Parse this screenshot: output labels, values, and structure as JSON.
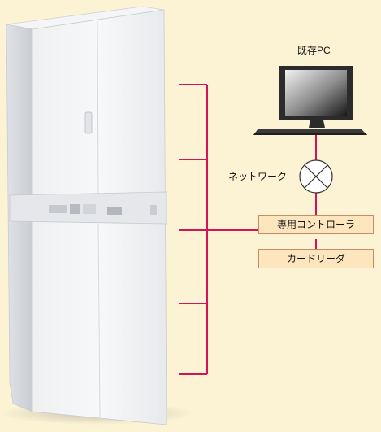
{
  "labels": {
    "existing_pc": "既存PC",
    "network": "ネットワーク",
    "dedicated_controller": "専用コントローラ",
    "card_reader": "カードリーダ"
  },
  "colors": {
    "background": "#fcf3d5",
    "wire": "#d4145a",
    "box_fill": "#fde6bd",
    "box_border": "#c98a66"
  }
}
